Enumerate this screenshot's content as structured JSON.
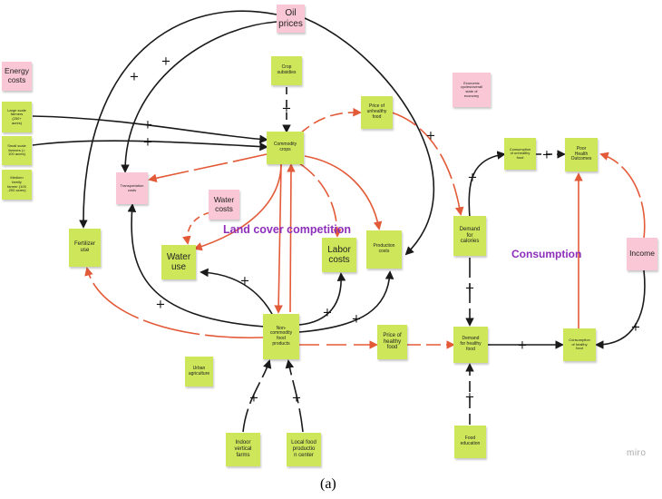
{
  "colors": {
    "green_note": "#cde65a",
    "pink_note": "#f9c7d6",
    "black_arrow": "#1a1a1a",
    "red_arrow": "#e35a38",
    "label_purple": "#8e2fbb"
  },
  "notes": {
    "oil_prices": "Oil\nprices",
    "energy_costs": "Energy\ncosts",
    "crop_subsidies": "Crop\nsubsidies",
    "economic_cycles": "Economic\ncycles/overall\nstate of\neconomy",
    "large_scale_farmers": "Large scale\nfarmers\n(250+\nacres)",
    "small_scale_farmers": "Small scale\nfarmers (<\n100 acres)",
    "medium_family_farmer": "Medium\nfamily\nfarmer (100\n-200 acres)",
    "price_unhealthy_food": "Price of\nunhealthy\nfood",
    "commodity_crops": "Commodity\ncrops",
    "transportation_costs": "Transportation\ncosts",
    "consumption_unhealthy_food": "Consumption\nof unhealthy\nfood",
    "poor_health_outcomes": "Poor\nHealth\nOutcomes",
    "water_costs": "Water\ncosts",
    "fertilizer_use": "Fertilizer\nuse",
    "water_use": "Water\nuse",
    "labor_costs": "Labor\ncosts",
    "production_costs": "Production\ncosts",
    "demand_calories": "Demand\nfor\ncalories",
    "income": "Income",
    "non_commodity_food": "Non-\ncommodity\nfood\nproducts",
    "price_healthy_food": "Price of\nhealthy\nfood",
    "demand_healthy_food": "Demand\nfor healthy\nfood",
    "consumption_healthy_food": "Consumption\nof healthy\nfood",
    "urban_agriculture": "Urban\nagriculture",
    "indoor_vertical_farms": "Indoor\nvertical\nfarms",
    "local_food_production": "Local food\nproductio\nn center",
    "food_education": "Food\neducation"
  },
  "labels": {
    "land_cover_competition": "Land cover competition",
    "consumption": "Consumption"
  },
  "polarity_sign": "+",
  "brand": "miro",
  "caption": "(a)"
}
